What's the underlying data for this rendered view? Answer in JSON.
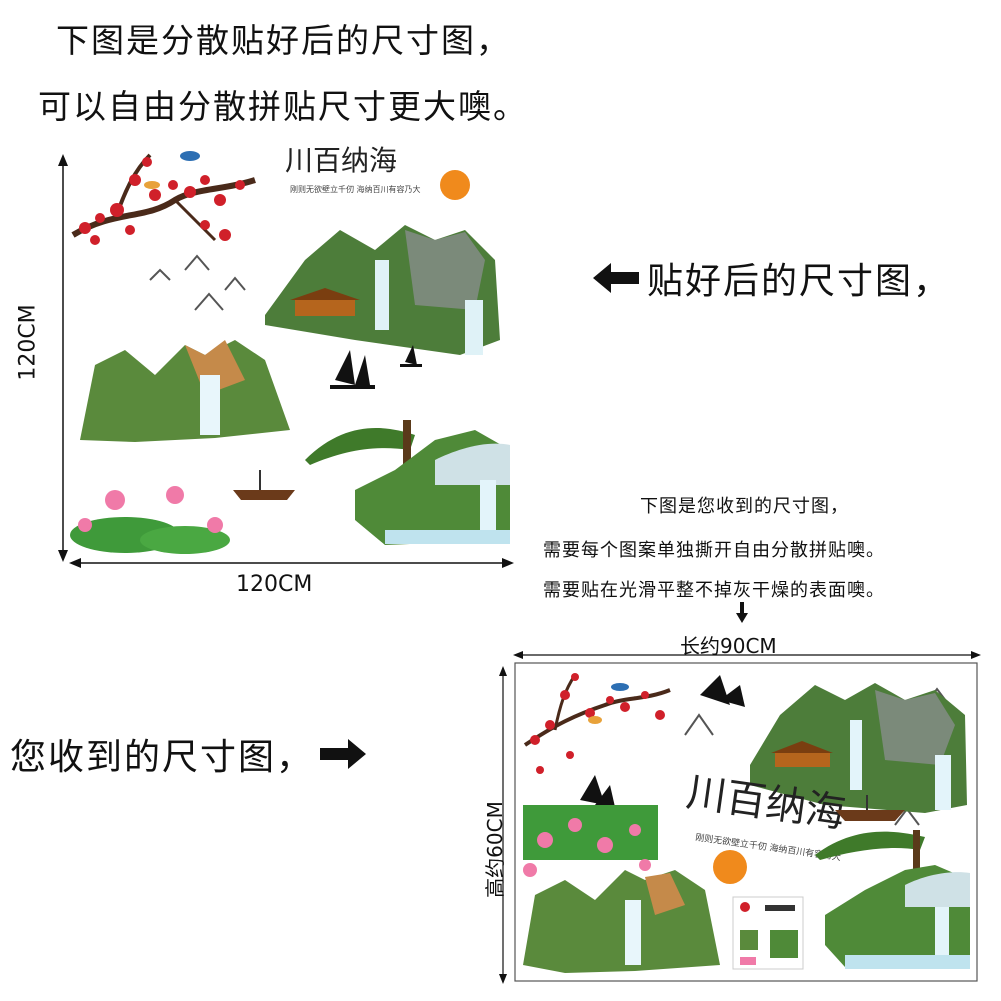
{
  "header": {
    "line1": "下图是分散贴好后的尺寸图，",
    "line2": "可以自由分散拼贴尺寸更大噢。"
  },
  "top_sheet": {
    "width_label": "120CM",
    "height_label": "120CM",
    "calligraphy": "川百纳海",
    "calligraphy_small": "刚则无欲壁立千仞 海纳百川有容乃大"
  },
  "side_labels": {
    "after_label": "贴好后的尺寸图，",
    "received_label": "您收到的尺寸图，"
  },
  "notes": {
    "line1": "下图是您收到的尺寸图，",
    "line2": "需要每个图案单独撕开自由分散拼贴噢。",
    "line3": "需要贴在光滑平整不掉灰干燥的表面噢。"
  },
  "bottom_sheet": {
    "width_label": "长约90CM",
    "height_label": "高约60CM",
    "calligraphy": "川百纳海",
    "calligraphy_small": "刚则无欲壁立千仞 海纳百川有容乃大"
  },
  "colors": {
    "text": "#111111",
    "plum_red": "#d0202a",
    "sun": "#f08a1c",
    "green": "#3f8a2e",
    "water": "#bfe3ee"
  }
}
